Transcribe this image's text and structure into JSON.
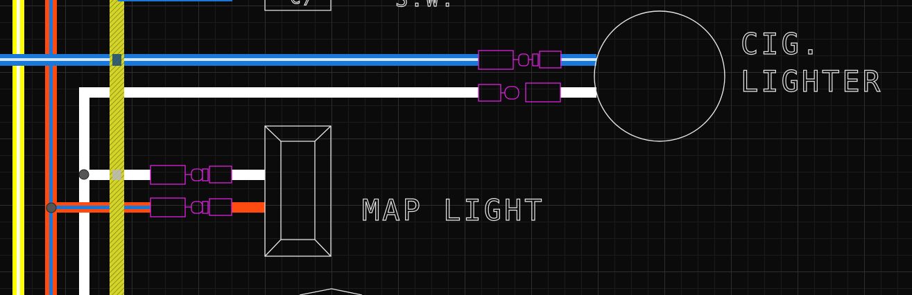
{
  "labels": {
    "cig_lighter_line1": "CIG.",
    "cig_lighter_line2": "LIGHTER",
    "map_light": "MAP LIGHT",
    "top_label_left": "C/",
    "top_label_right": "S.W."
  },
  "colors": {
    "background": "#0b0b0b",
    "wire_yellow": "#ffff00",
    "wire_orange": "#ff4a10",
    "wire_blue": "#1a78d8",
    "wire_white": "#ffffff",
    "wire_yellow_hatched": "#d8d830",
    "connector_magenta": "#e020e0",
    "outline_white": "#e6e6e6",
    "splice_dot": "#555555"
  },
  "icons": [
    "connector-plug-icon",
    "cig-lighter-circle-icon",
    "map-light-box-icon",
    "splice-dot-icon"
  ]
}
